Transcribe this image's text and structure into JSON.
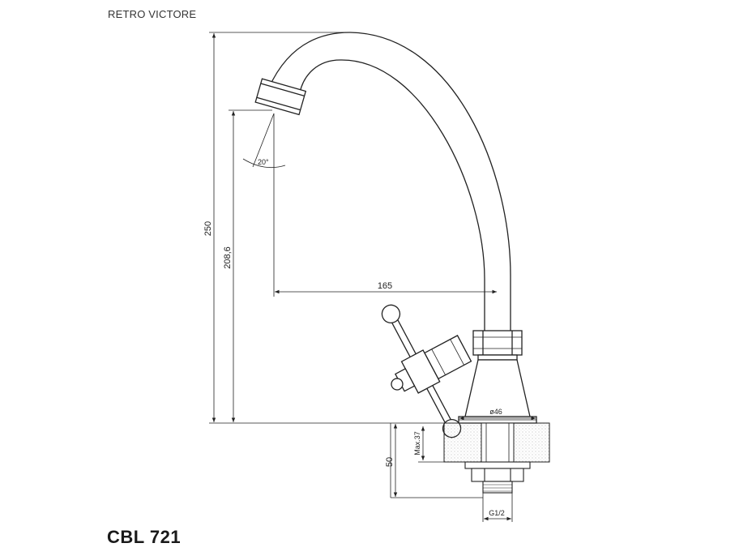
{
  "header": {
    "series": "RETRO VICTORE"
  },
  "footer": {
    "model": "CBL 721"
  },
  "dimensions": {
    "total_height": "250",
    "spout_height": "208,6",
    "reach": "165",
    "angle": "20°",
    "base_diameter": "ø46",
    "max_thickness": "Max.37",
    "mount_depth": "50",
    "thread": "G1/2"
  },
  "colors": {
    "line": "#222222",
    "hatch": "#9a9a9a",
    "background": "#ffffff"
  }
}
